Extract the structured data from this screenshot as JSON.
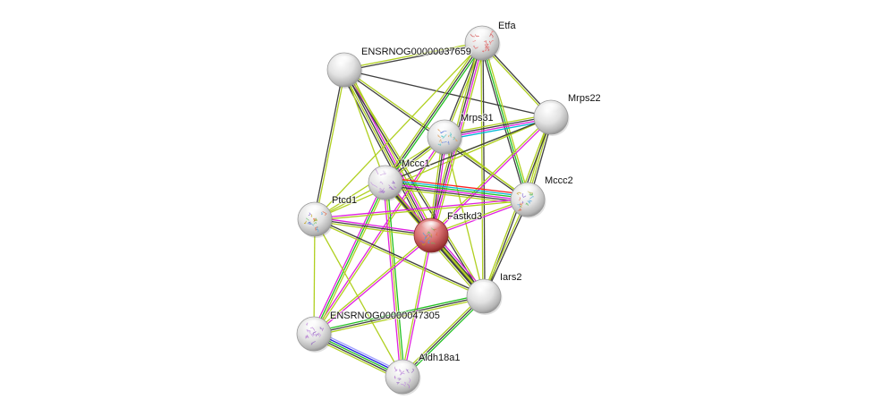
{
  "title": "STRING protein interaction network",
  "colors": {
    "db": "#00b8d4",
    "experiments": "#e020e0",
    "gene_fusion": "#ff2020",
    "neighborhood": "#20c020",
    "cooccurrence": "#2020e0",
    "textmining": "#b0d020",
    "coexpression": "#404040",
    "homology": "#a0a0ff",
    "query_node": "#d05050",
    "node": "#e0e0e0"
  },
  "nodes": [
    {
      "id": "Etfa",
      "label": "Etfa",
      "query": false,
      "structure": "red"
    },
    {
      "id": "ENSRNOG00000037659",
      "label": "ENSRNOG00000037659",
      "query": false,
      "structure": ""
    },
    {
      "id": "Mrps22",
      "label": "Mrps22",
      "query": false,
      "structure": ""
    },
    {
      "id": "Mrps31",
      "label": "Mrps31",
      "query": false,
      "structure": "mixed"
    },
    {
      "id": "Mccc1",
      "label": "Mccc1",
      "query": false,
      "structure": "purple"
    },
    {
      "id": "Mccc2",
      "label": "Mccc2",
      "query": false,
      "structure": "rainbow"
    },
    {
      "id": "Ptcd1",
      "label": "Ptcd1",
      "query": false,
      "structure": "rainbow"
    },
    {
      "id": "Fastkd3",
      "label": "Fastkd3",
      "query": true,
      "structure": "rainbow"
    },
    {
      "id": "Iars2",
      "label": "Iars2",
      "query": false,
      "structure": ""
    },
    {
      "id": "ENSRNOG00000047305",
      "label": "ENSRNOG00000047305",
      "query": false,
      "structure": "purple"
    },
    {
      "id": "Aldh18a1",
      "label": "Aldh18a1",
      "query": false,
      "structure": "purple"
    }
  ],
  "edges": [
    {
      "a": "ENSRNOG00000037659",
      "b": "Etfa",
      "types": [
        "textmining",
        "coexpression"
      ]
    },
    {
      "a": "ENSRNOG00000037659",
      "b": "Mrps22",
      "types": [
        "coexpression"
      ]
    },
    {
      "a": "ENSRNOG00000037659",
      "b": "Mccc2",
      "types": [
        "textmining",
        "coexpression"
      ]
    },
    {
      "a": "ENSRNOG00000037659",
      "b": "Fastkd3",
      "types": [
        "textmining",
        "experiments",
        "coexpression",
        "textmining",
        "coexpression"
      ]
    },
    {
      "a": "ENSRNOG00000037659",
      "b": "Ptcd1",
      "types": [
        "textmining",
        "coexpression"
      ]
    },
    {
      "a": "ENSRNOG00000037659",
      "b": "Iars2",
      "types": [
        "textmining",
        "coexpression"
      ]
    },
    {
      "a": "ENSRNOG00000037659",
      "b": "Mccc1",
      "types": [
        "textmining"
      ]
    },
    {
      "a": "Etfa",
      "b": "Mrps22",
      "types": [
        "coexpression",
        "textmining"
      ]
    },
    {
      "a": "Etfa",
      "b": "Mrps31",
      "types": [
        "textmining",
        "coexpression"
      ]
    },
    {
      "a": "Etfa",
      "b": "Mccc1",
      "types": [
        "neighborhood",
        "coexpression",
        "textmining"
      ]
    },
    {
      "a": "Etfa",
      "b": "Mccc2",
      "types": [
        "textmining",
        "neighborhood",
        "coexpression"
      ]
    },
    {
      "a": "Etfa",
      "b": "Fastkd3",
      "types": [
        "textmining",
        "experiments",
        "coexpression",
        "textmining"
      ]
    },
    {
      "a": "Etfa",
      "b": "Iars2",
      "types": [
        "coexpression",
        "textmining"
      ]
    },
    {
      "a": "Etfa",
      "b": "Ptcd1",
      "types": [
        "textmining"
      ]
    },
    {
      "a": "Mrps22",
      "b": "Mrps31",
      "types": [
        "db",
        "experiments",
        "coexpression",
        "textmining"
      ]
    },
    {
      "a": "Mrps22",
      "b": "Mccc1",
      "types": [
        "textmining"
      ]
    },
    {
      "a": "Mrps22",
      "b": "Mccc2",
      "types": [
        "coexpression",
        "textmining",
        "textmining"
      ]
    },
    {
      "a": "Mrps22",
      "b": "Fastkd3",
      "types": [
        "experiments",
        "textmining"
      ]
    },
    {
      "a": "Mrps22",
      "b": "Iars2",
      "types": [
        "coexpression",
        "textmining"
      ]
    },
    {
      "a": "Mrps22",
      "b": "Ptcd1",
      "types": [
        "textmining"
      ]
    },
    {
      "a": "Mrps31",
      "b": "Mccc1",
      "types": [
        "textmining",
        "coexpression"
      ]
    },
    {
      "a": "Mrps31",
      "b": "Fastkd3",
      "types": [
        "experiments",
        "coexpression",
        "textmining"
      ]
    },
    {
      "a": "Mrps31",
      "b": "Mccc2",
      "types": [
        "textmining"
      ]
    },
    {
      "a": "Mrps31",
      "b": "Ptcd1",
      "types": [
        "textmining"
      ]
    },
    {
      "a": "Mrps31",
      "b": "Iars2",
      "types": [
        "textmining"
      ]
    },
    {
      "a": "Mrps31",
      "b": "ENSRNOG00000047305",
      "types": [
        "textmining",
        "experiments"
      ]
    },
    {
      "a": "Mccc1",
      "b": "Mccc2",
      "types": [
        "gene_fusion",
        "db",
        "neighborhood",
        "experiments",
        "coexpression",
        "textmining"
      ]
    },
    {
      "a": "Mccc1",
      "b": "Fastkd3",
      "types": [
        "experiments",
        "coexpression",
        "textmining"
      ]
    },
    {
      "a": "Mccc1",
      "b": "Ptcd1",
      "types": [
        "textmining"
      ]
    },
    {
      "a": "Mccc1",
      "b": "Iars2",
      "types": [
        "textmining",
        "coexpression"
      ]
    },
    {
      "a": "Mccc1",
      "b": "ENSRNOG00000047305",
      "types": [
        "textmining",
        "neighborhood",
        "experiments"
      ]
    },
    {
      "a": "Mccc1",
      "b": "Aldh18a1",
      "types": [
        "neighborhood",
        "textmining",
        "experiments"
      ]
    },
    {
      "a": "Mccc2",
      "b": "Fastkd3",
      "types": [
        "experiments",
        "textmining"
      ]
    },
    {
      "a": "Mccc2",
      "b": "Iars2",
      "types": [
        "coexpression",
        "textmining"
      ]
    },
    {
      "a": "Mccc2",
      "b": "Ptcd1",
      "types": [
        "textmining",
        "experiments"
      ]
    },
    {
      "a": "Ptcd1",
      "b": "Fastkd3",
      "types": [
        "experiments",
        "coexpression",
        "textmining"
      ]
    },
    {
      "a": "Ptcd1",
      "b": "Iars2",
      "types": [
        "coexpression",
        "textmining"
      ]
    },
    {
      "a": "Ptcd1",
      "b": "ENSRNOG00000047305",
      "types": [
        "textmining"
      ]
    },
    {
      "a": "Ptcd1",
      "b": "Aldh18a1",
      "types": [
        "textmining"
      ]
    },
    {
      "a": "Fastkd3",
      "b": "Iars2",
      "types": [
        "experiments",
        "coexpression",
        "textmining",
        "coexpression",
        "textmining"
      ]
    },
    {
      "a": "Fastkd3",
      "b": "ENSRNOG00000047305",
      "types": [
        "experiments",
        "textmining"
      ]
    },
    {
      "a": "Fastkd3",
      "b": "Aldh18a1",
      "types": [
        "experiments",
        "textmining"
      ]
    },
    {
      "a": "Iars2",
      "b": "ENSRNOG00000047305",
      "types": [
        "textmining",
        "coexpression",
        "neighborhood"
      ]
    },
    {
      "a": "Iars2",
      "b": "Aldh18a1",
      "types": [
        "neighborhood",
        "coexpression",
        "textmining"
      ]
    },
    {
      "a": "ENSRNOG00000047305",
      "b": "Aldh18a1",
      "types": [
        "homology",
        "cooccurrence",
        "neighborhood",
        "coexpression",
        "textmining"
      ]
    },
    {
      "a": "Mccc1",
      "b": "Mrps22",
      "types": [
        "coexpression"
      ]
    }
  ]
}
